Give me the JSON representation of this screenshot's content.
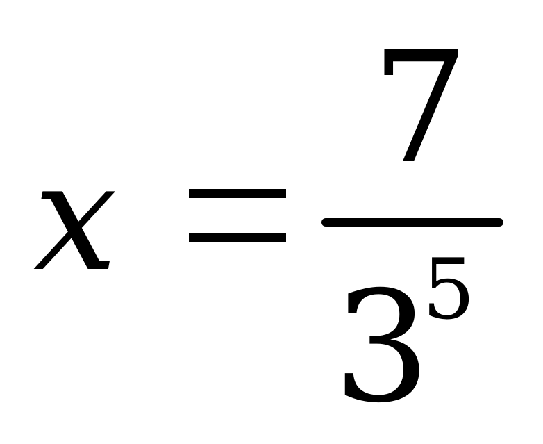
{
  "equation": {
    "variable": "x",
    "equals_sign": "=",
    "numerator": "7",
    "denominator_base": "3",
    "denominator_exponent": "5"
  }
}
